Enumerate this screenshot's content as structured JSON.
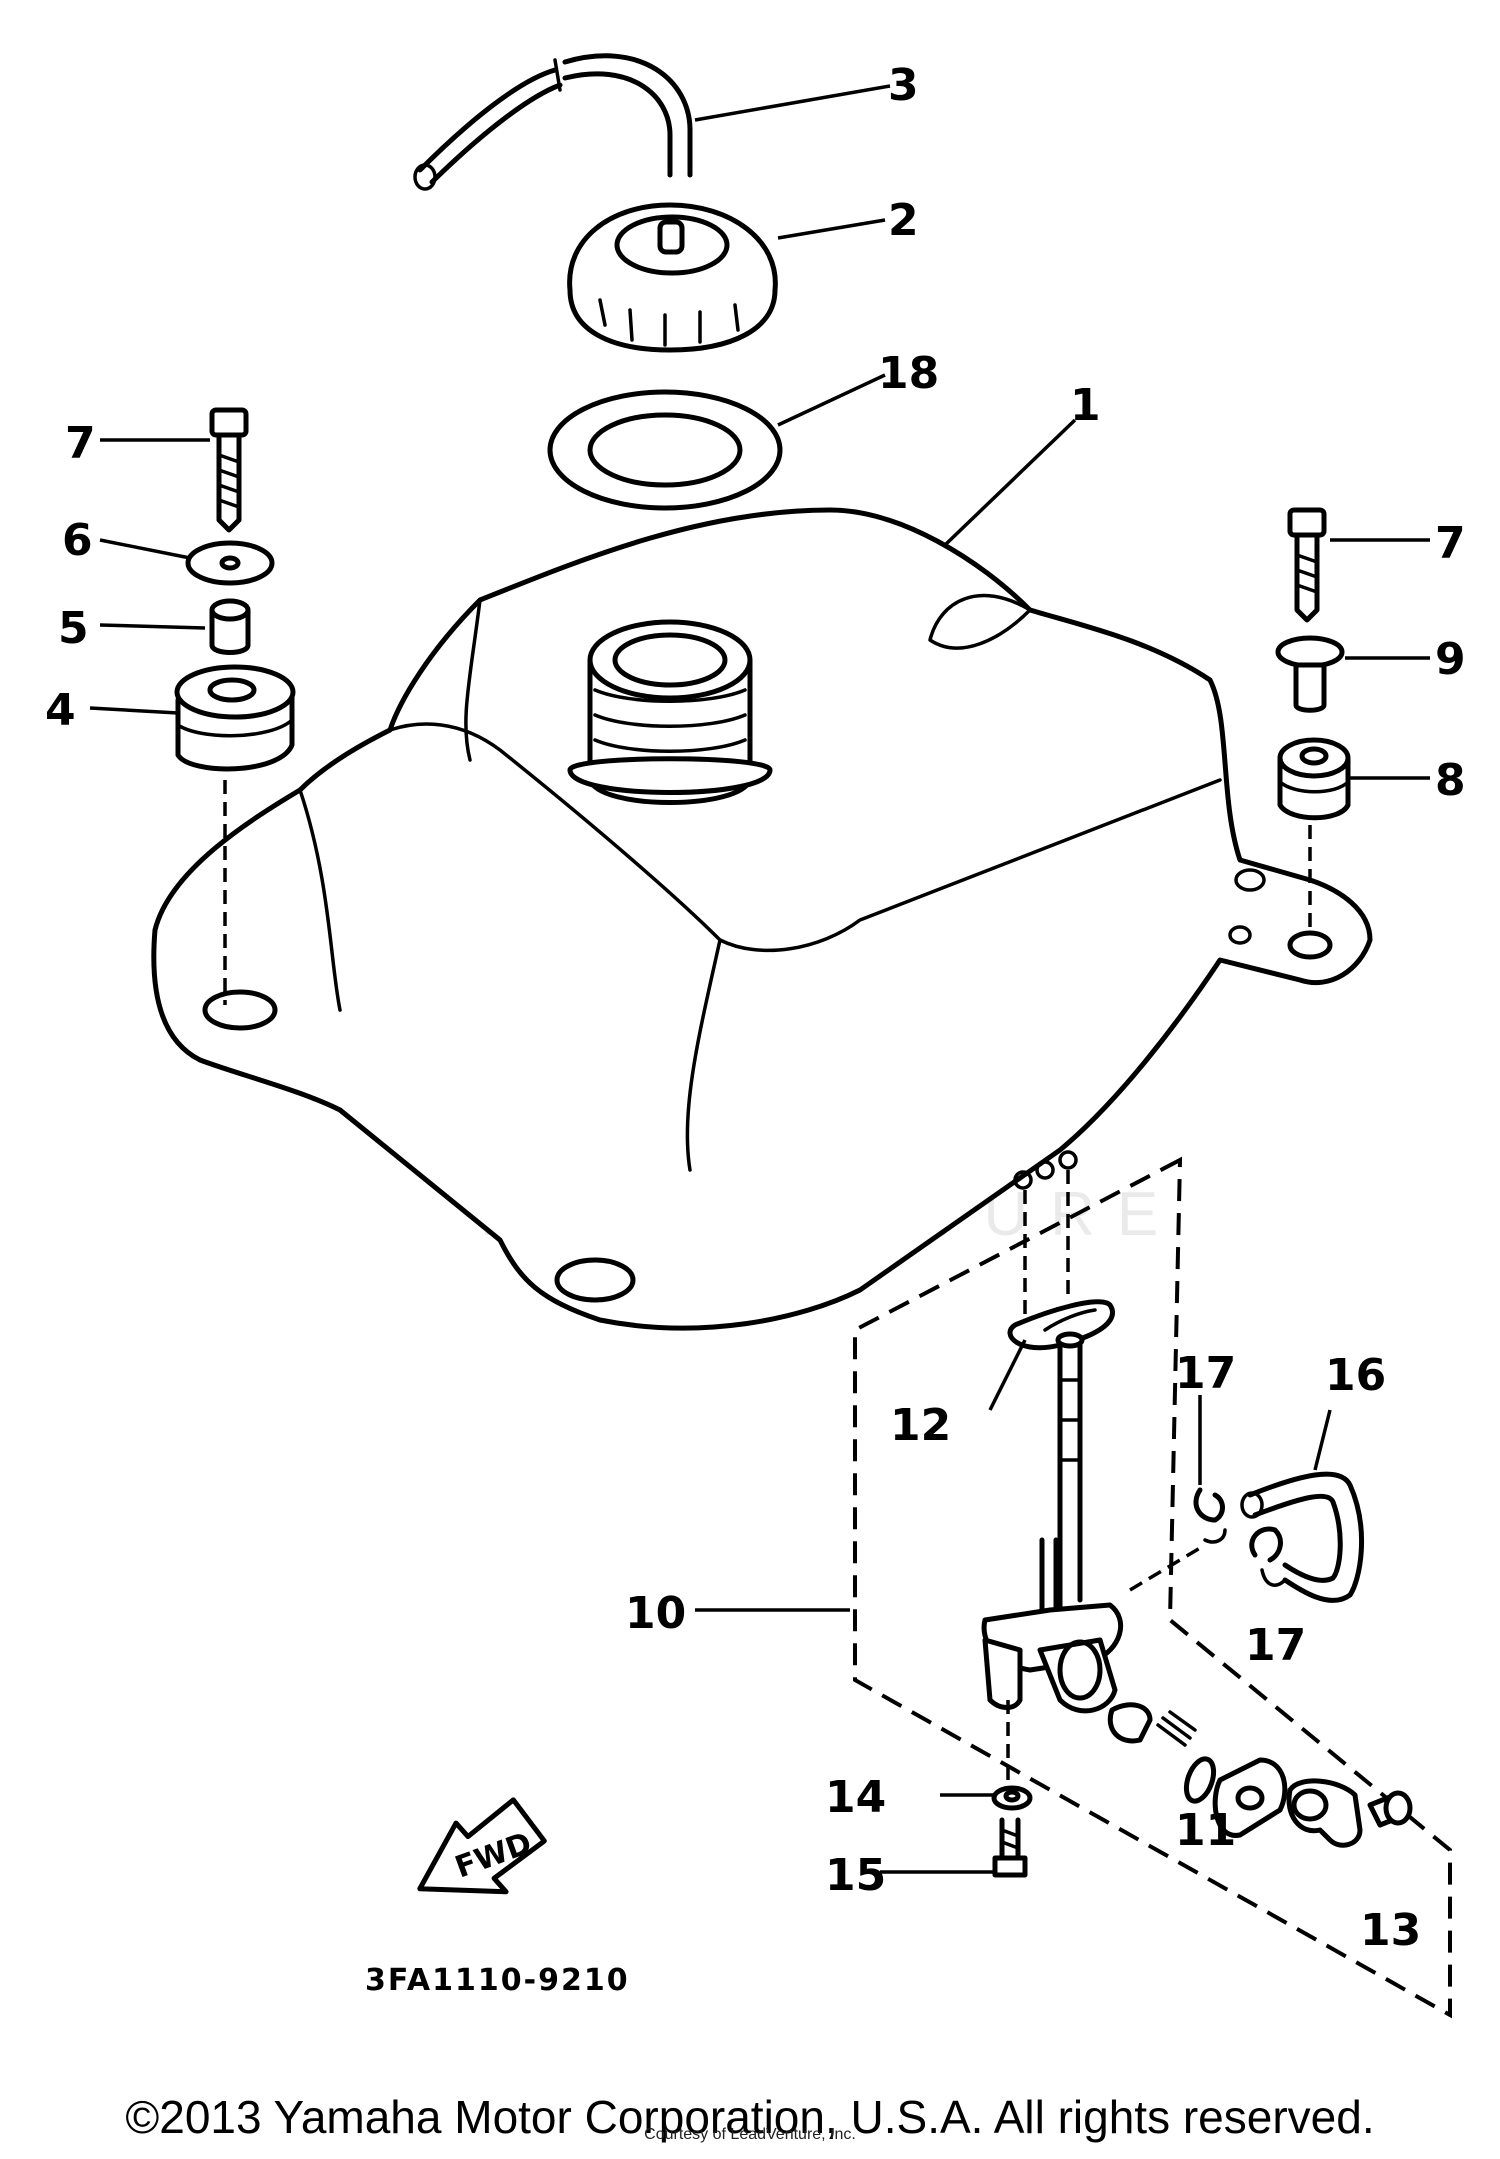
{
  "diagram": {
    "code": "3FA1110-9210",
    "fwd_label": "FWD",
    "watermark": "LEADVENTURE",
    "callouts": [
      "1",
      "2",
      "3",
      "4",
      "5",
      "6",
      "7",
      "7",
      "8",
      "9",
      "10",
      "11",
      "12",
      "13",
      "14",
      "15",
      "16",
      "17",
      "17",
      "18"
    ]
  },
  "footer": {
    "copyright": "©2013 Yamaha Motor Corporation, U.S.A. All rights reserved.",
    "courtesy": "Courtesy of LeadVenture, Inc."
  }
}
